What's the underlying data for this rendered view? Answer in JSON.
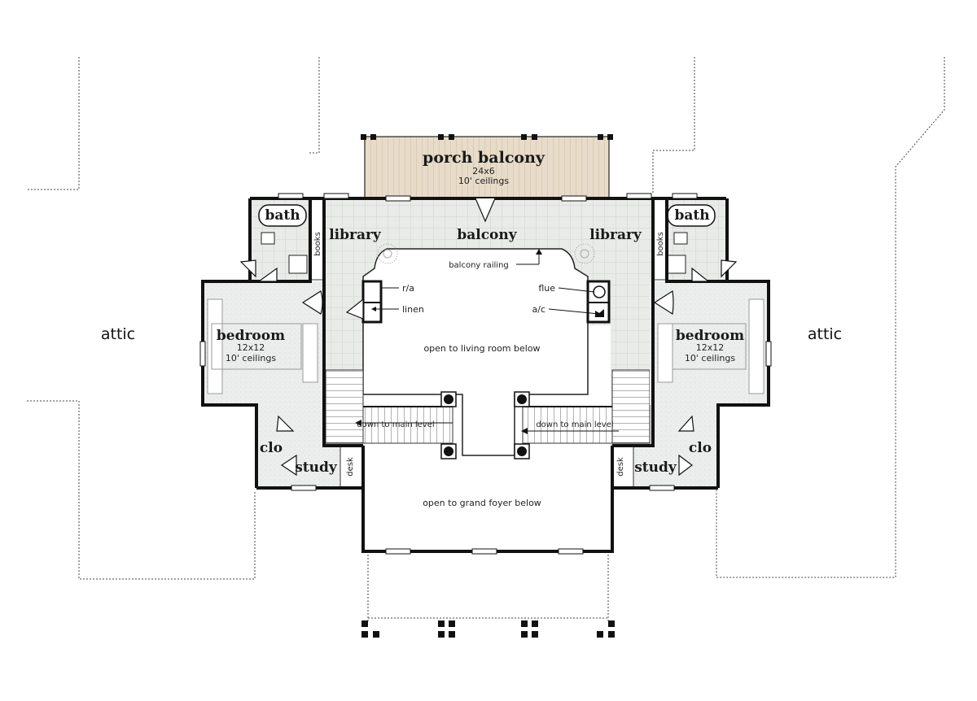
{
  "colors": {
    "tile_floor": "#e9ebe8",
    "carpet": "#eceeed",
    "porch_deck": "#e7dcc9",
    "wall": "#111111",
    "background": "#ffffff"
  },
  "porch_balcony": {
    "name": "porch balcony",
    "size": "24x6",
    "ceiling": "10' ceilings"
  },
  "balcony": {
    "name": "balcony",
    "railing_label": "balcony railing"
  },
  "library_left": {
    "name": "library"
  },
  "library_right": {
    "name": "library"
  },
  "bath_left": {
    "name": "bath"
  },
  "bath_right": {
    "name": "bath"
  },
  "books_left": {
    "name": "books"
  },
  "books_right": {
    "name": "books"
  },
  "bedroom_left": {
    "name": "bedroom",
    "size": "12x12",
    "ceiling": "10' ceilings"
  },
  "bedroom_right": {
    "name": "bedroom",
    "size": "12x12",
    "ceiling": "10' ceilings"
  },
  "attic_left": {
    "name": "attic"
  },
  "attic_right": {
    "name": "attic"
  },
  "clo_left": {
    "name": "clo"
  },
  "clo_right": {
    "name": "clo"
  },
  "study_left": {
    "name": "study"
  },
  "study_right": {
    "name": "study"
  },
  "desk_left": {
    "name": "desk"
  },
  "desk_right": {
    "name": "desk"
  },
  "callouts": {
    "ra": "r/a",
    "linen": "linen",
    "flue": "flue",
    "ac": "a/c"
  },
  "open_living": "open to living room below",
  "open_foyer": "open to grand foyer below",
  "stair_left": "down to main level",
  "stair_right": "down to main level"
}
